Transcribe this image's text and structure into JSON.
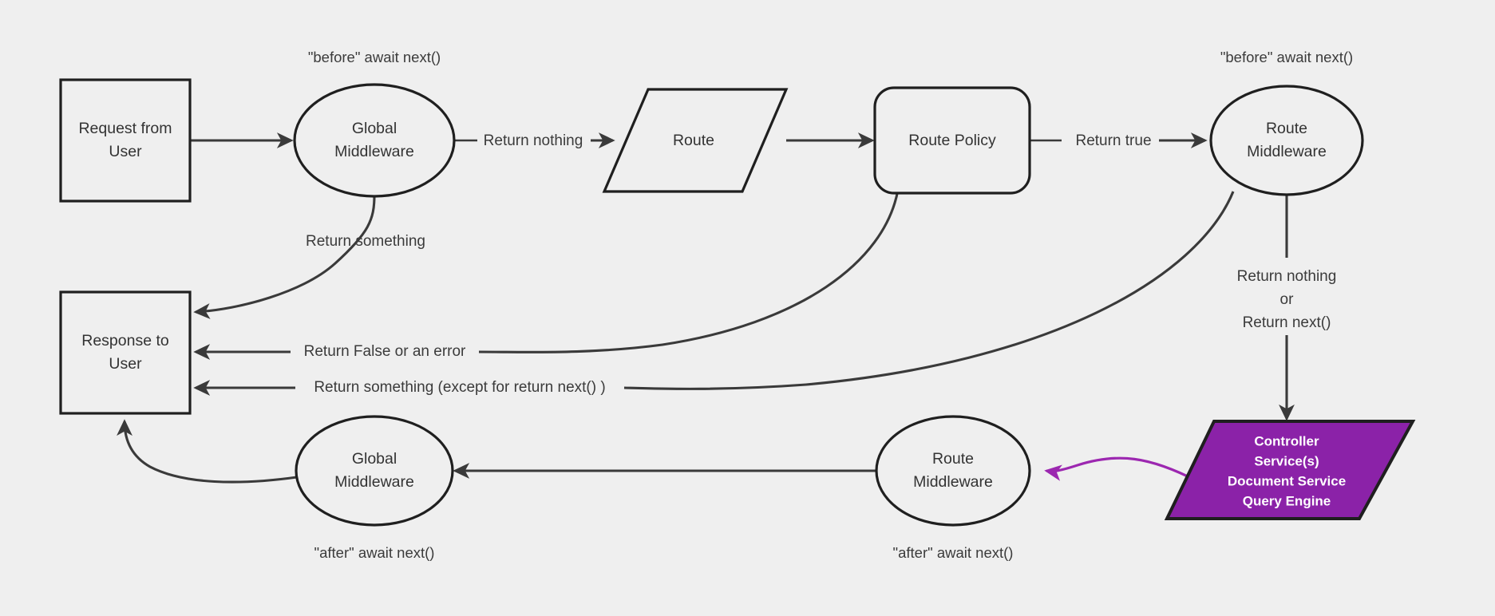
{
  "diagram": {
    "title": "Middleware request lifecycle flowchart",
    "background_color": "#efefef",
    "stroke_color": "#1f1f1f",
    "accent_color": "#8b22a8",
    "purple_edge_color": "#9c27b0"
  },
  "nodes": {
    "request_from_user": {
      "line1": "Request from",
      "line2": "User",
      "shape": "rectangle"
    },
    "global_middleware_top": {
      "line1": "Global",
      "line2": "Middleware",
      "shape": "ellipse"
    },
    "route": {
      "line1": "Route",
      "shape": "parallelogram"
    },
    "route_policy": {
      "line1": "Route Policy",
      "shape": "rounded-rectangle"
    },
    "route_middleware_top": {
      "line1": "Route",
      "line2": "Middleware",
      "shape": "ellipse"
    },
    "response_to_user": {
      "line1": "Response to",
      "line2": "User",
      "shape": "rectangle"
    },
    "global_middleware_bottom": {
      "line1": "Global",
      "line2": "Middleware",
      "shape": "ellipse"
    },
    "route_middleware_bottom": {
      "line1": "Route",
      "line2": "Middleware",
      "shape": "ellipse"
    },
    "controller": {
      "line1": "Controller",
      "line2": "Service(s)",
      "line3": "Document Service",
      "line4": "Query Engine",
      "shape": "parallelogram",
      "fill": "#8b22a8"
    }
  },
  "edge_labels": {
    "return_nothing": "Return nothing",
    "return_true": "Return true",
    "return_something": "Return something",
    "return_false_or_error": "Return False or an error",
    "return_something_except": "Return something (except for return next() )",
    "return_nothing_or_next_line1": "Return nothing",
    "return_nothing_or_next_line2": "or",
    "return_nothing_or_next_line3": "Return next()"
  },
  "annotations": {
    "before_await_next_left": "\"before\" await next()",
    "before_await_next_right": "\"before\" await next()",
    "after_await_next_left": "\"after\" await next()",
    "after_await_next_right": "\"after\" await next()"
  }
}
